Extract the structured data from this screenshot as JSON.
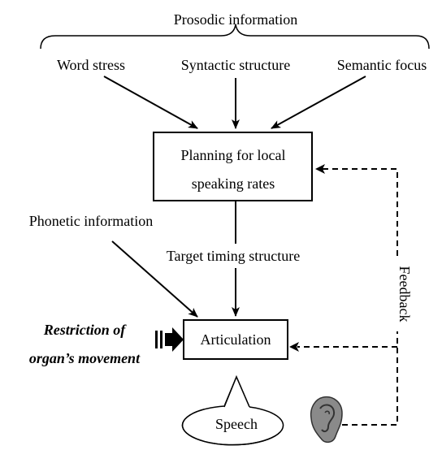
{
  "header": {
    "title": "Prosodic information"
  },
  "sources": {
    "word_stress": "Word stress",
    "syntactic_structure": "Syntactic structure",
    "semantic_focus": "Semantic focus"
  },
  "planning_box": {
    "line1": "Planning for local",
    "line2": "speaking rates"
  },
  "phonetic_information": "Phonetic information",
  "target_timing": "Target timing structure",
  "articulation": "Articulation",
  "restriction": {
    "line1": "Restriction of",
    "line2": "organ’s movement"
  },
  "speech": "Speech",
  "feedback": "Feedback",
  "icons": {
    "ear": "ear-icon",
    "block_arrow": "block-arrow-icon"
  }
}
